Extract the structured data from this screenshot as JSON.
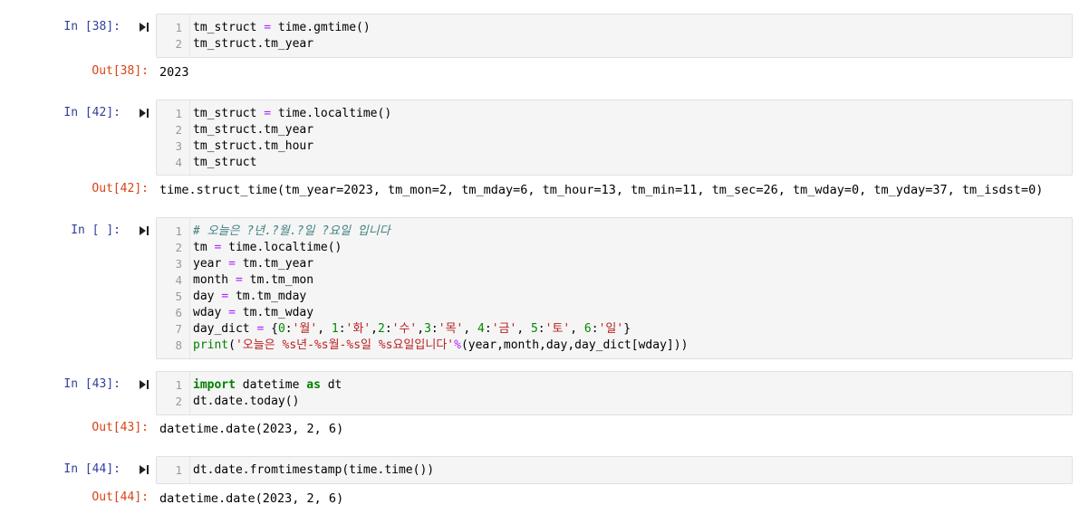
{
  "cells": [
    {
      "prompt": "In [38]:",
      "lines": [
        "tm_struct = time.gmtime()",
        "tm_struct.tm_year"
      ],
      "line_numbers": [
        "1",
        "2"
      ],
      "out_prompt": "Out[38]:",
      "output": "2023"
    },
    {
      "prompt": "In [42]:",
      "lines": [
        "tm_struct = time.localtime()",
        "tm_struct.tm_year",
        "tm_struct.tm_hour",
        "tm_struct"
      ],
      "line_numbers": [
        "1",
        "2",
        "3",
        "4"
      ],
      "out_prompt": "Out[42]:",
      "output": "time.struct_time(tm_year=2023, tm_mon=2, tm_mday=6, tm_hour=13, tm_min=11, tm_sec=26, tm_wday=0, tm_yday=37, tm_isdst=0)"
    },
    {
      "prompt": "In [ ]:",
      "lines": [
        "# 오늘은 ?년.?월.?일 ?요일 입니다",
        "tm = time.localtime()",
        "year = tm.tm_year",
        "month = tm.tm_mon",
        "day = tm.tm_mday",
        "wday = tm.tm_wday",
        "day_dict = {0:'월', 1:'화',2:'수',3:'목', 4:'금', 5:'토', 6:'일'}",
        "print('오늘은 %s년-%s월-%s일 %s요일입니다'%(year,month,day,day_dict[wday]))"
      ],
      "line_numbers": [
        "1",
        "2",
        "3",
        "4",
        "5",
        "6",
        "7",
        "8"
      ]
    },
    {
      "prompt": "In [43]:",
      "lines": [
        "import datetime as dt",
        "dt.date.today()"
      ],
      "line_numbers": [
        "1",
        "2"
      ],
      "out_prompt": "Out[43]:",
      "output": "datetime.date(2023, 2, 6)"
    },
    {
      "prompt": "In [44]:",
      "lines": [
        "dt.date.fromtimestamp(time.time())"
      ],
      "line_numbers": [
        "1"
      ],
      "out_prompt": "Out[44]:",
      "output": "datetime.date(2023, 2, 6)"
    }
  ],
  "colors": {
    "in_prompt": "#303f9f",
    "out_prompt": "#d84315",
    "operator": "#aa22ff",
    "string": "#ba2121",
    "keyword": "#008000",
    "comment": "#408080"
  },
  "icons": {
    "run": "run-cell-icon"
  }
}
